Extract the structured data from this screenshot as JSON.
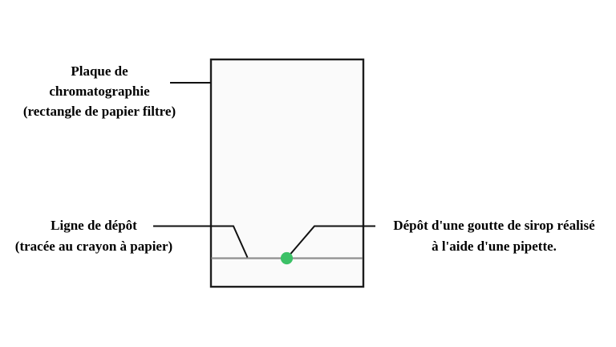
{
  "diagram": {
    "plate_label": {
      "line1": "Plaque de",
      "line2": "chromatographie",
      "line3": "(rectangle de papier filtre)"
    },
    "deposit_line_label": {
      "line1": "Ligne de dépôt",
      "line2": "(tracée au crayon à papier)"
    },
    "drop_label": {
      "line1": "Dépôt d'une goutte de sirop réalisé",
      "line2": "à l'aide d'une pipette."
    },
    "colors": {
      "drop_green": "#3cc167",
      "deposit_line_gray": "#8f8f8f",
      "plate_fill": "#fafafa",
      "plate_border": "#1c1c1c",
      "leader_black": "#111111",
      "text_black": "#000000",
      "background_white": "#ffffff"
    }
  }
}
